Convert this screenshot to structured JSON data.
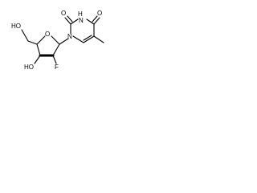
{
  "molecule": {
    "atoms": {
      "uracil_O2": "O",
      "uracil_NH": "H",
      "uracil_N": "N",
      "uracil_O4": "O",
      "ring_N1": "N",
      "sugar_O": "O",
      "hydroxyl_5": "HO",
      "hydroxyl_3": "HO",
      "fluorine": "F"
    },
    "colors": {
      "bond": "#000000",
      "label": "#000000",
      "background": "#ffffff"
    }
  }
}
